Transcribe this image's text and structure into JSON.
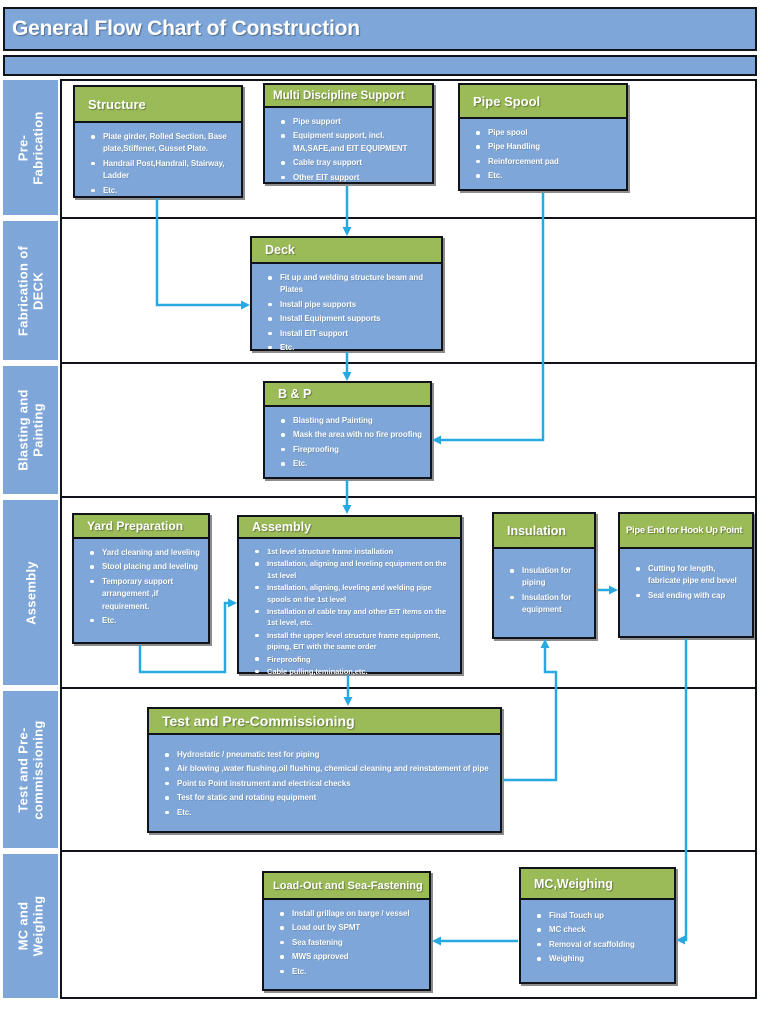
{
  "header": {
    "title": "General Flow Chart of Construction"
  },
  "lanes": [
    {
      "id": "pre_fabrication",
      "label": "Pre-\nFabrication"
    },
    {
      "id": "fabrication_of_deck",
      "label": "Fabrication of\nDECK"
    },
    {
      "id": "blasting_and_painting",
      "label": "Blasting and\nPainting"
    },
    {
      "id": "assembly",
      "label": "Assembly"
    },
    {
      "id": "test_and_pre_commissioning",
      "label": "Test and Pre-\ncommissioning"
    },
    {
      "id": "mc_and_weighing",
      "label": "MC and\nWeighing"
    }
  ],
  "boxes": {
    "structure": {
      "title": "Structure",
      "items": [
        "Plate girder, Rolled Section, Base plate,Stiffener, Gusset Plate.",
        "Handrail Post,Handrail, Stairway, Ladder",
        "Etc."
      ]
    },
    "multi_discipline_support": {
      "title": "Multi Discipline Support",
      "items": [
        "Pipe support",
        "Equipment support, incl. MA,SAFE,and EIT EQUIPMENT",
        "Cable tray support",
        "Other EIT support"
      ]
    },
    "pipe_spool": {
      "title": "Pipe Spool",
      "items": [
        "Pipe spool",
        "Pipe Handling",
        "Reinforcement pad",
        "Etc."
      ]
    },
    "deck": {
      "title": "Deck",
      "items": [
        "Fit up and welding structure beam and Plates",
        "Install pipe supports",
        "Install Equipment supports",
        "Install EIT support",
        "Etc."
      ]
    },
    "b_and_p": {
      "title": "B & P",
      "items": [
        "Blasting and Painting",
        "Mask the area with no fire proofing",
        "Fireproofing",
        "Etc."
      ]
    },
    "yard_preparation": {
      "title": "Yard Preparation",
      "items": [
        "Yard cleaning and leveling",
        "Stool placing and leveling",
        "Temporary support arrangement ,if requirement.",
        "Etc."
      ]
    },
    "assembly": {
      "title": "Assembly",
      "items": [
        "1st level structure frame installation",
        "Installation, aligning and leveling equipment on the 1st level",
        "Installation, aligning, leveling and welding pipe spools on the 1st level",
        "Installation of cable tray and other EIT items on the 1st level, etc.",
        "Install the upper level structure frame equipment, piping, EIT with the same order",
        "Fireproofing",
        "Cable pulling,temination,etc."
      ]
    },
    "insulation": {
      "title": "Insulation",
      "items": [
        "Insulation for piping",
        "Insulation for equipment"
      ]
    },
    "pipe_end_for_hook_up_point": {
      "title": "Pipe End for Hook Up Point",
      "items": [
        "Cutting for length, fabricate pipe end bevel",
        "Seal ending with cap"
      ]
    },
    "test_and_pre_commissioning": {
      "title": "Test and Pre-Commissioning",
      "items": [
        "Hydrostatic / pneumatic test for piping",
        "Air blowing ,water flushing,oil flushing, chemical cleaning and reinstatement of pipe",
        "Point to Point instrument and electrical checks",
        "Test for static and rotating equipment",
        "Etc."
      ]
    },
    "load_out_and_sea_fastening": {
      "title": "Load-Out and Sea-Fastening",
      "items": [
        "Install grillage on barge / vessel",
        "Load out by SPMT",
        "Sea fastening",
        "MWS  approved",
        "Etc."
      ]
    },
    "mc_weighing": {
      "title": "MC,Weighing",
      "items": [
        "Final Touch up",
        "MC check",
        "Removal of scaffolding",
        "Weighing"
      ]
    }
  },
  "connections": [
    {
      "from": "structure",
      "to": "deck"
    },
    {
      "from": "multi_discipline_support",
      "to": "deck"
    },
    {
      "from": "pipe_spool",
      "to": "b_and_p"
    },
    {
      "from": "deck",
      "to": "b_and_p"
    },
    {
      "from": "b_and_p",
      "to": "assembly"
    },
    {
      "from": "yard_preparation",
      "to": "assembly"
    },
    {
      "from": "assembly",
      "to": "test_and_pre_commissioning"
    },
    {
      "from": "test_and_pre_commissioning",
      "to": "insulation"
    },
    {
      "from": "insulation",
      "to": "pipe_end_for_hook_up_point"
    },
    {
      "from": "pipe_end_for_hook_up_point",
      "to": "mc_weighing"
    },
    {
      "from": "mc_weighing",
      "to": "load_out_and_sea_fastening"
    }
  ],
  "colors": {
    "band_blue": "#7EA6D8",
    "box_header_green": "#9BBB59",
    "box_body_blue": "#7EA6D8",
    "lane_label_blue": "#7EA6D8",
    "arrow_blue": "#29A9E1",
    "border_dark": "#10141a",
    "text_white": "#FFFFFF"
  }
}
